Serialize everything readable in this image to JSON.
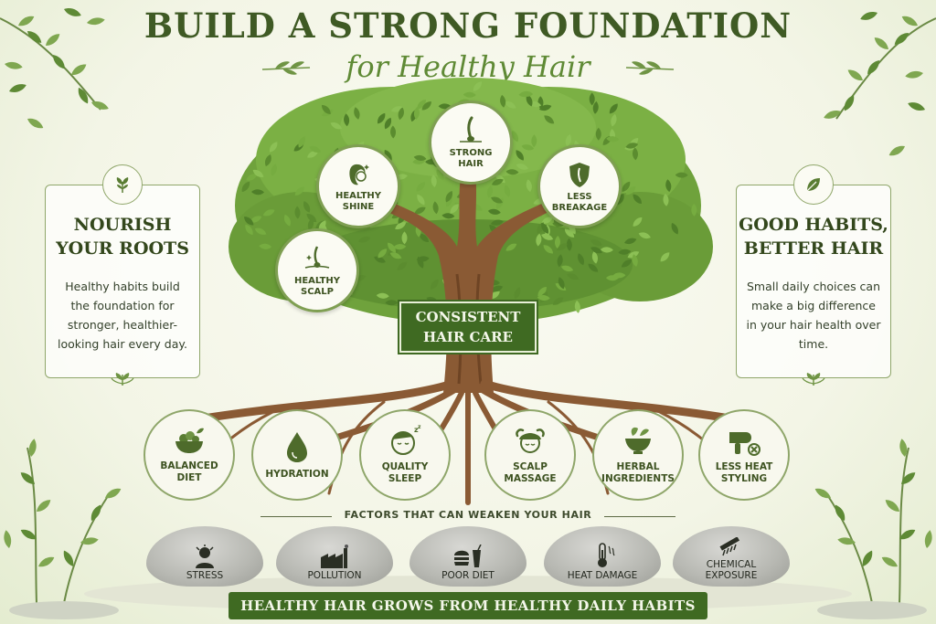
{
  "title": {
    "main": "BUILD A STRONG FOUNDATION",
    "sub": "for Healthy Hair"
  },
  "left_card": {
    "heading": "NOURISH\nYOUR ROOTS",
    "text": "Healthy habits build the foundation for stronger, healthier-looking hair every day.",
    "icon": "leaf-icon"
  },
  "right_card": {
    "heading": "GOOD HABITS,\nBETTER HAIR",
    "text": "Small daily choices can make a big difference in your hair health over time.",
    "icon": "leaf-icon"
  },
  "benefits": [
    {
      "label": "HEALTHY\nSHINE",
      "icon": "woman-face-icon"
    },
    {
      "label": "STRONG\nHAIR",
      "icon": "hair-strand-icon"
    },
    {
      "label": "LESS\nBREAKAGE",
      "icon": "shield-hair-icon"
    },
    {
      "label": "HEALTHY\nSCALP",
      "icon": "scalp-follicle-icon"
    }
  ],
  "core": {
    "label": "CONSISTENT\nHAIR CARE"
  },
  "habits": [
    {
      "label": "BALANCED\nDIET",
      "icon": "food-bowl-icon"
    },
    {
      "label": "HYDRATION",
      "icon": "water-drop-icon"
    },
    {
      "label": "QUALITY\nSLEEP",
      "icon": "sleeping-face-icon"
    },
    {
      "label": "SCALP\nMASSAGE",
      "icon": "massage-head-icon"
    },
    {
      "label": "HERBAL\nINGREDIENTS",
      "icon": "mortar-herbs-icon"
    },
    {
      "label": "LESS HEAT\nSTYLING",
      "icon": "hair-dryer-no-icon"
    }
  ],
  "factors": {
    "heading": "FACTORS THAT CAN WEAKEN YOUR HAIR",
    "items": [
      {
        "label": "STRESS",
        "icon": "stressed-person-icon"
      },
      {
        "label": "POLLUTION",
        "icon": "factory-icon"
      },
      {
        "label": "POOR DIET",
        "icon": "junk-food-icon"
      },
      {
        "label": "HEAT DAMAGE",
        "icon": "thermometer-icon"
      },
      {
        "label": "CHEMICAL\nEXPOSURE",
        "icon": "hair-comb-icon"
      }
    ]
  },
  "banner": "HEALTHY HAIR GROWS FROM HEALTHY DAILY HABITS",
  "colors": {
    "dark_green": "#3f6a22",
    "leaf_green": "#6fa23c",
    "trunk_brown": "#8a5a34",
    "cream": "#fbfbf3"
  }
}
